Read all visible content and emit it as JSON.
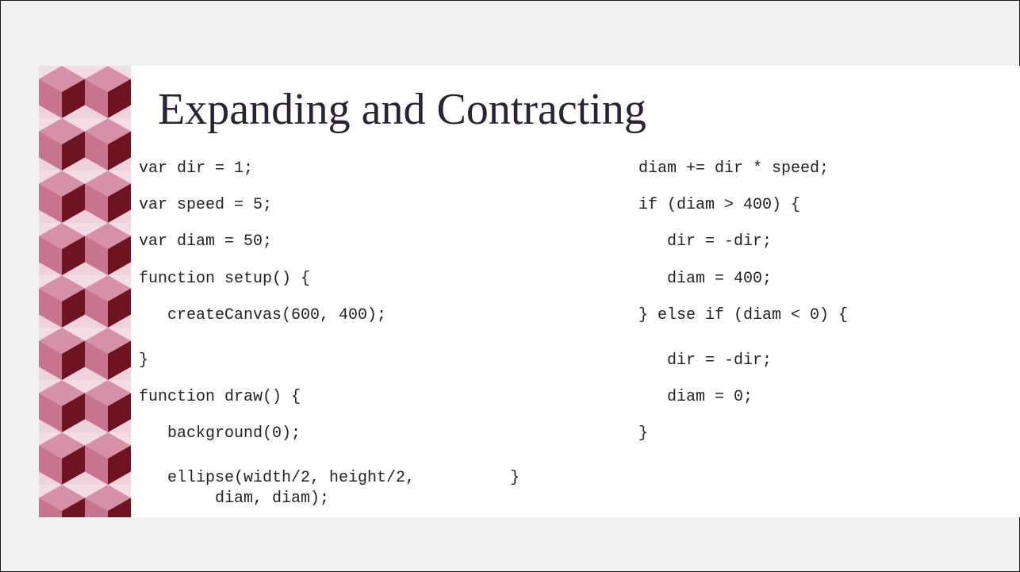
{
  "slide": {
    "title": "Expanding and Contracting",
    "code_left": [
      "var dir = 1;",
      "var speed = 5;",
      "var diam = 50;",
      "function setup() {",
      "   createCanvas(600, 400);",
      "}",
      "function draw() {",
      "   background(0);",
      "   ellipse(width/2, height/2,          }",
      "        diam, diam);"
    ],
    "code_right": [
      "diam += dir * speed;",
      "if (diam > 400) {",
      "   dir = -dir;",
      "   diam = 400;",
      "} else if (diam < 0) {",
      "   dir = -dir;",
      "   diam = 0;",
      "}"
    ]
  },
  "colors": {
    "pattern_dark": "#6e1420",
    "pattern_mid": "#c8748f",
    "pattern_light": "#eed2dc",
    "title": "#2c2236"
  }
}
